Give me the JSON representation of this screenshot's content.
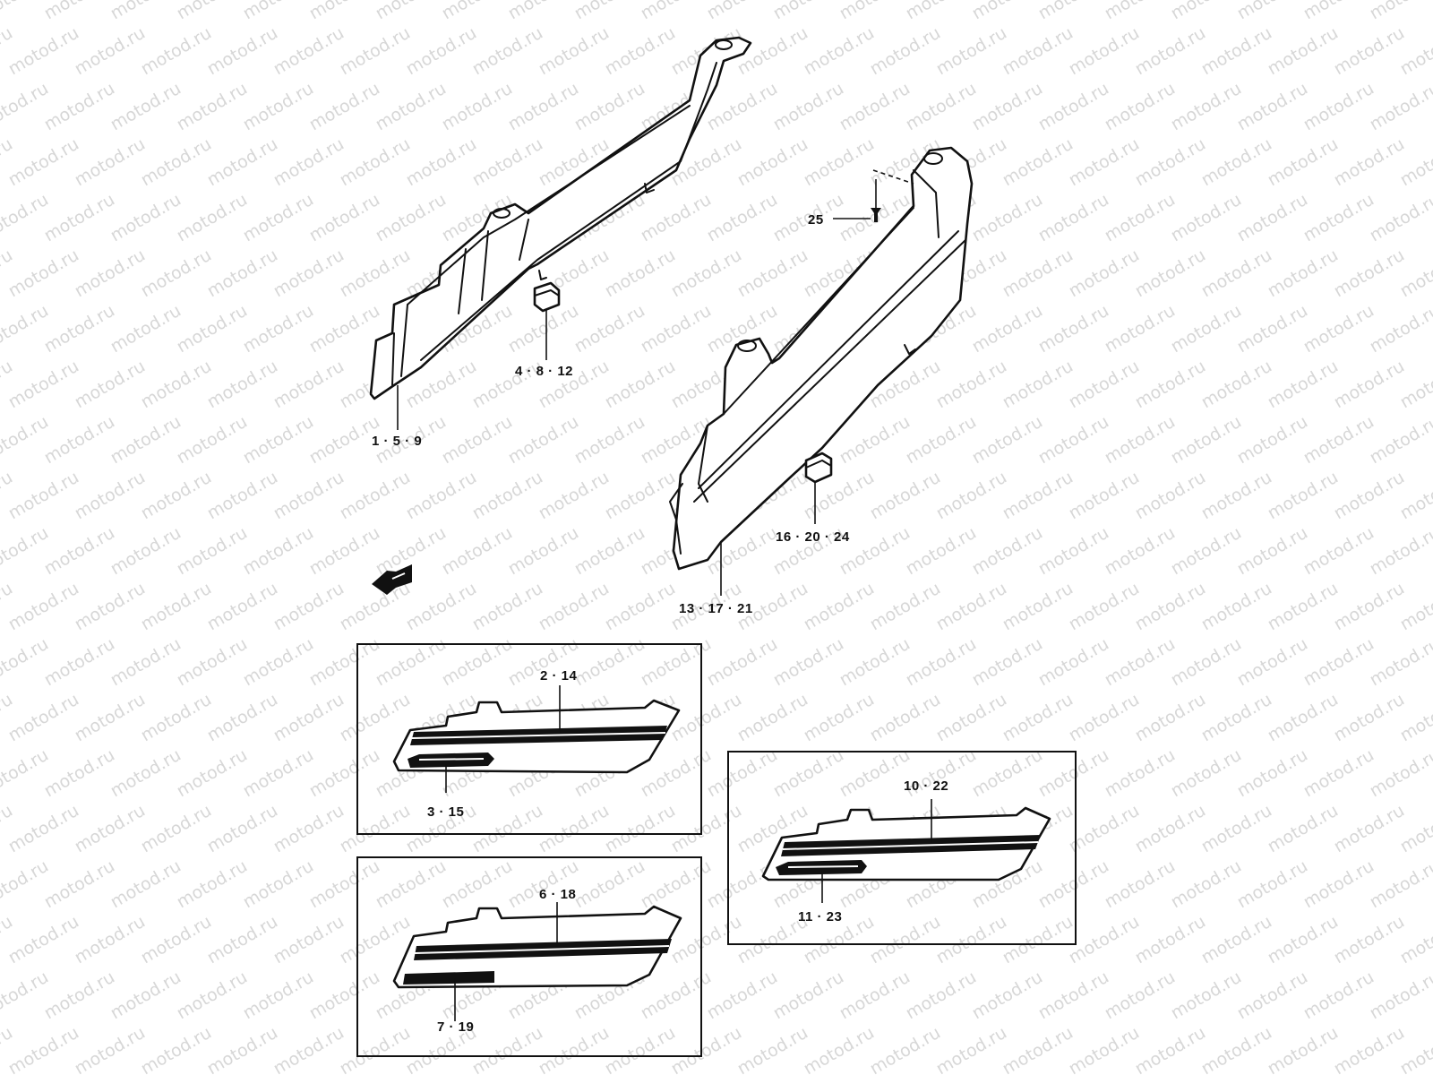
{
  "watermark": "motod.ru",
  "callouts": {
    "frame_cover": "1 · 5 · 9",
    "frame_cushion": "4 · 8 · 12",
    "side_cover": "13 · 17 · 21",
    "side_cushion": "16 · 20 · 24",
    "screw": "25",
    "set1_stripe": "2 · 14",
    "set1_emblem": "3 · 15",
    "set2_stripe": "6 · 18",
    "set2_emblem": "7 · 19",
    "set3_stripe": "10 · 22",
    "set3_emblem": "11 · 23"
  }
}
